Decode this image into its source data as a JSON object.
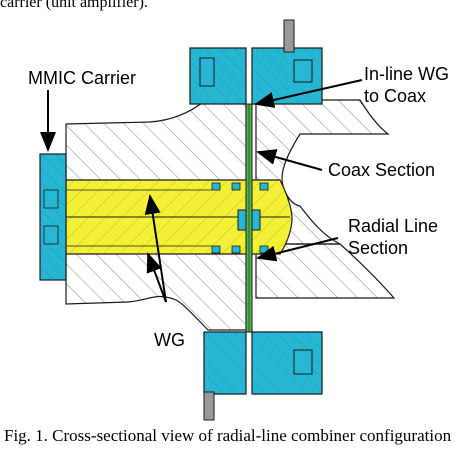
{
  "captions": {
    "top": "carrier (unit amplifier).",
    "figure": "Fig. 1. Cross-sectional view of radial-line combiner configuration"
  },
  "labels": {
    "mmic_carrier": "MMIC Carrier",
    "inline_wg_line1": "In-line WG",
    "inline_wg_line2": "to Coax",
    "coax_section": "Coax Section",
    "radial_line_line1": "Radial Line",
    "radial_line_line2": "Section",
    "wg": "WG"
  },
  "colors": {
    "cyan_part": "#27b6d4",
    "yellow_waveguide": "#f4f036",
    "green_probe": "#4fb84f",
    "hatch_line": "#8a8a8a",
    "outline": "#1a1a1a",
    "pin_grey": "#9a9a9a"
  }
}
